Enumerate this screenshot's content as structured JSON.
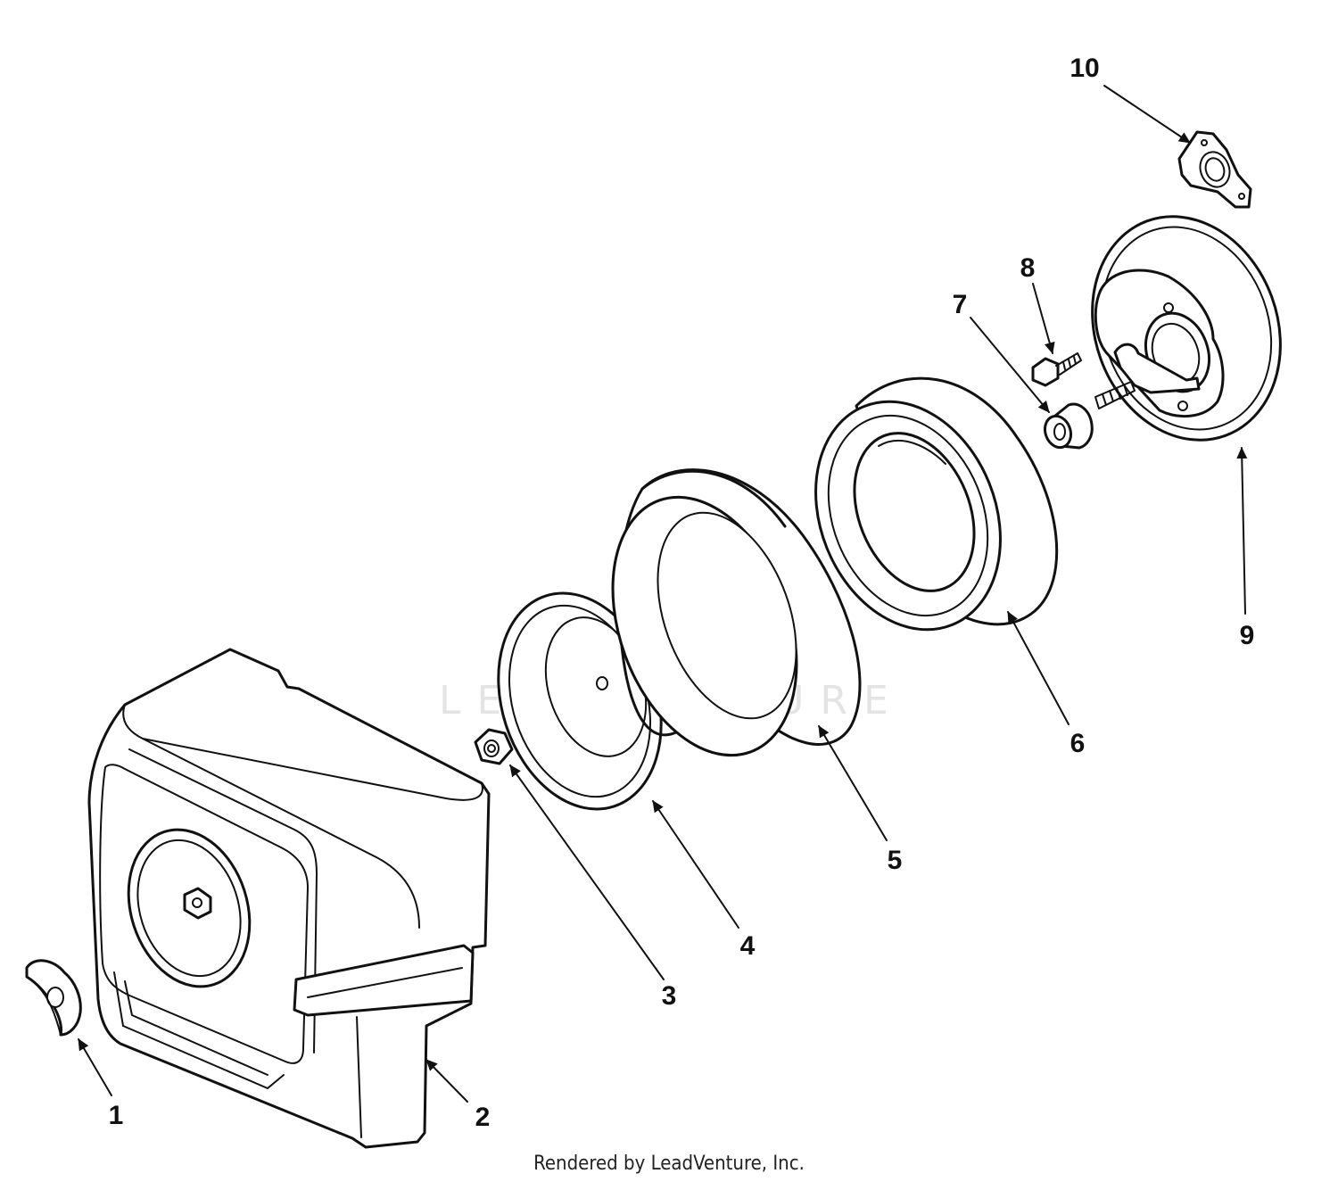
{
  "diagram": {
    "callouts": [
      {
        "id": "1",
        "label": "1"
      },
      {
        "id": "2",
        "label": "2"
      },
      {
        "id": "3",
        "label": "3"
      },
      {
        "id": "4",
        "label": "4"
      },
      {
        "id": "5",
        "label": "5"
      },
      {
        "id": "6",
        "label": "6"
      },
      {
        "id": "7",
        "label": "7"
      },
      {
        "id": "8",
        "label": "8"
      },
      {
        "id": "9",
        "label": "9"
      },
      {
        "id": "10",
        "label": "10"
      }
    ],
    "watermark": "LEADVENTURE",
    "credit": "Rendered by LeadVenture, Inc."
  },
  "colors": {
    "ink": "#111111",
    "background": "#ffffff",
    "watermark": "#e4e4e4"
  }
}
